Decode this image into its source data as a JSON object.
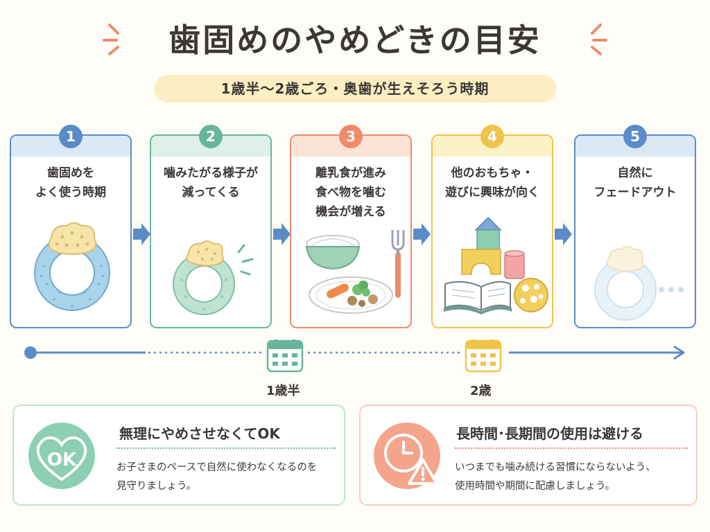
{
  "title": "歯固めのやめどきの目安",
  "subtitle": "1歳半〜2歳ごろ・奥歯が生えそろう時期",
  "steps": [
    {
      "number": "1",
      "label": "歯固めを\nよく使う時期",
      "color": "#5b8cc9",
      "band": "#dce8f6"
    },
    {
      "number": "2",
      "label": "噛みたがる様子が\n減ってくる",
      "color": "#67b59c",
      "band": "#def0e8"
    },
    {
      "number": "3",
      "label": "離乳食が進み\n食べ物を噛む\n機会が増える",
      "color": "#ef8a6a",
      "band": "#fde2d6"
    },
    {
      "number": "4",
      "label": "他のおもちゃ・\n遊びに興味が向く",
      "color": "#f0c44a",
      "band": "#fdf1c8"
    },
    {
      "number": "5",
      "label": "自然に\nフェードアウト",
      "color": "#5b8cc9",
      "band": "#dce8f6"
    }
  ],
  "timeline": {
    "marker_1": "1歳半",
    "marker_2": "2歳"
  },
  "notes": {
    "ok": {
      "icon_text": "OK",
      "title": "無理にやめさせなくてOK",
      "body": "お子さまのペースで自然に使わなくなるのを\n見守りましょう。",
      "color": "#67b59c"
    },
    "warn": {
      "title": "長時間･長期間の使用は避ける",
      "body": "いつまでも噛み続ける習慣にならないよう、\n使用時間や期間に配慮しましょう。",
      "color": "#ef8a6a"
    }
  },
  "icons": [
    "teether-icon",
    "fading-teether-icon",
    "rice-bowl-icon",
    "meal-plate-icon",
    "fork-icon",
    "blocks-icon",
    "book-icon",
    "ball-icon",
    "calendar-icon",
    "heart-ok-icon",
    "clock-icon",
    "warning-icon",
    "arrow-right-icon",
    "ellipsis-icon"
  ]
}
